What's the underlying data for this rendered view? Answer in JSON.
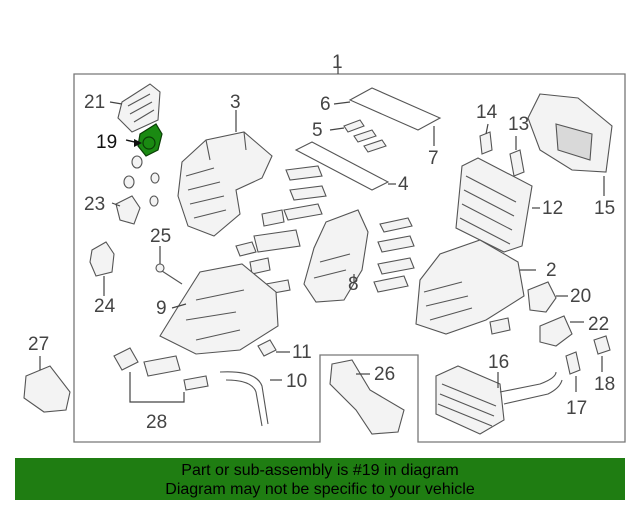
{
  "diagram": {
    "callouts": [
      "1",
      "2",
      "3",
      "4",
      "5",
      "6",
      "7",
      "8",
      "9",
      "10",
      "11",
      "12",
      "13",
      "14",
      "15",
      "16",
      "17",
      "18",
      "19",
      "20",
      "21",
      "22",
      "23",
      "24",
      "25",
      "26",
      "27",
      "28"
    ],
    "highlighted_part": "19",
    "highlight_color": "#1a8a12"
  },
  "banner": {
    "line1": "Part or sub-assembly is #19 in diagram",
    "line2": "Diagram may not be specific to your vehicle",
    "background": "#1f7d12"
  }
}
